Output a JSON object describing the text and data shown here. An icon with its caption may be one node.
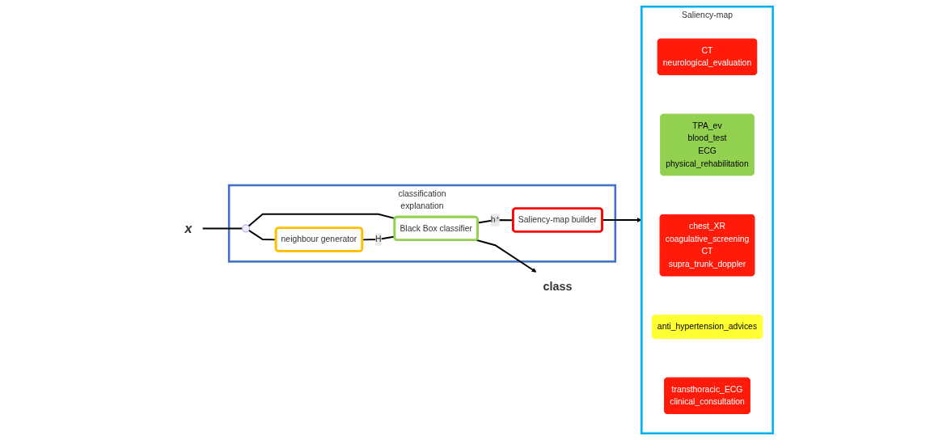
{
  "diagram": {
    "nodes": [
      {
        "text": [
          "classification",
          "explanation"
        ]
      },
      {
        "text": [
          "x"
        ]
      },
      {
        "text": [],
        "shape": "circle",
        "in": 0
      },
      {
        "text": [
          "Black Box classifier"
        ],
        "in": 0
      },
      {
        "text": [
          "neighbour generator"
        ],
        "in": 0
      },
      {
        "text": [
          "Saliency-map builder"
        ],
        "in": 0
      },
      {
        "text": [
          "class"
        ]
      },
      {
        "text": [
          "Saliency-map"
        ]
      },
      {
        "text": [
          "CT",
          "neurological_evaluation"
        ],
        "in": 7
      },
      {
        "text": [
          "TPA_ev",
          "blood_test",
          "ECG",
          "physical_rehabilitation"
        ],
        "in": 7
      },
      {
        "text": [
          "chest_XR",
          "coagulative_screening",
          "CT",
          "supra_trunk_doppler"
        ],
        "in": 7
      },
      {
        "text": [
          "anti_hypertension_advices"
        ],
        "in": 7
      },
      {
        "text": [
          "transthoracic_ECG",
          "clinical_consultation"
        ],
        "in": 7
      }
    ],
    "edges": [
      {
        "from": 1,
        "to": 2,
        "arrow": "none"
      },
      {
        "from": 2,
        "to": 3,
        "arrow": "none"
      },
      {
        "from": 3,
        "to": 6,
        "arrow": "to"
      },
      {
        "from": 2,
        "to": 4,
        "arrow": "none"
      },
      {
        "from": 4,
        "to": 3,
        "label": "H",
        "arrow": "none"
      },
      {
        "from": 3,
        "to": 5,
        "label": "h⁺",
        "arrow": "none"
      },
      {
        "from": 5,
        "to": 7,
        "arrow": "to"
      }
    ]
  }
}
